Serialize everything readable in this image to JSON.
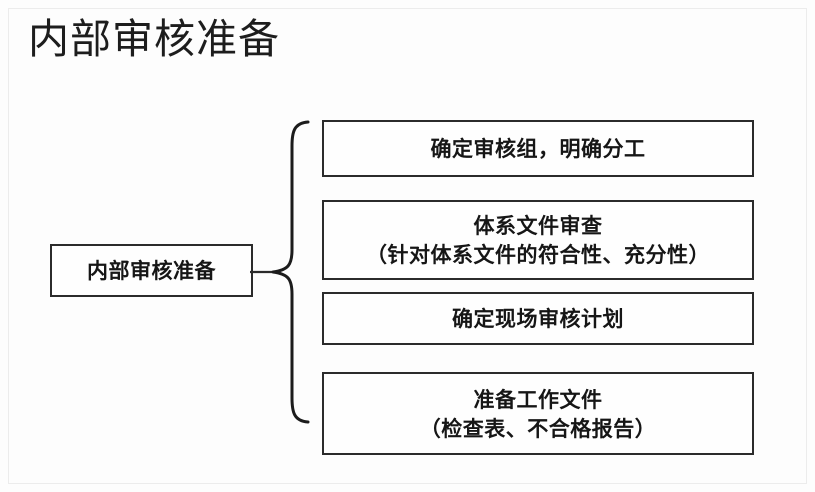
{
  "page": {
    "title": "内部审核准备",
    "background_color": "#fdfdfd",
    "ink_color": "#2b2b2b"
  },
  "diagram": {
    "type": "brace-bracket-list",
    "root": {
      "label": "内部审核准备"
    },
    "brace": {
      "glyph": "left-curly-brace",
      "orientation": "opens-right",
      "spans_items": 4
    },
    "items": [
      {
        "index": 1,
        "line1": "确定审核组，明确分工",
        "line2": ""
      },
      {
        "index": 2,
        "line1": "体系文件审查",
        "line2": "（针对体系文件的符合性、充分性）"
      },
      {
        "index": 3,
        "line1": "确定现场审核计划",
        "line2": ""
      },
      {
        "index": 4,
        "line1": "准备工作文件",
        "line2": "（检查表、不合格报告）"
      }
    ]
  }
}
